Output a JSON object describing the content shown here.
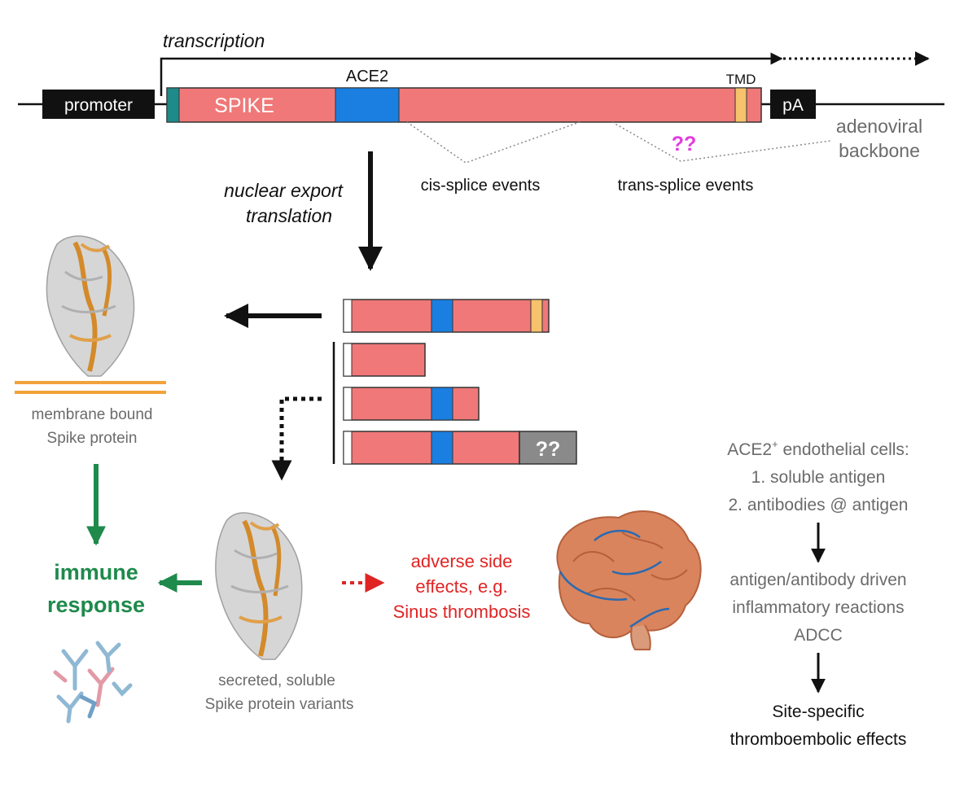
{
  "colors": {
    "spike": "#f07878",
    "ace2": "#1a7fe0",
    "tmd": "#f6c26b",
    "teal": "#1f8a8a",
    "black": "#111111",
    "grey_text": "#6b6b6b",
    "green": "#1e8a4c",
    "red": "#e02424",
    "magenta": "#e23ce2",
    "membrane": "#f2a23a",
    "qq_box": "#8a8a8a"
  },
  "gene": {
    "transcription": "transcription",
    "promoter": "promoter",
    "spike": "SPIKE",
    "ace2": "ACE2",
    "tmd": "TMD",
    "pa": "pA",
    "qq": "??",
    "backbone_line1": "adenoviral",
    "backbone_line2": "backbone",
    "cis_splice": "cis-splice events",
    "trans_splice": "trans-splice events"
  },
  "process": {
    "export_line1": "nuclear export",
    "export_line2": "translation"
  },
  "variants": {
    "qq": "??"
  },
  "membrane": {
    "line1": "membrane bound",
    "line2": "Spike protein"
  },
  "immune": {
    "line1": "immune",
    "line2": "response"
  },
  "secreted": {
    "line1": "secreted, soluble",
    "line2": "Spike protein variants"
  },
  "adverse": {
    "line1": "adverse side",
    "line2": "effects, e.g.",
    "line3": "Sinus thrombosis"
  },
  "endothelial": {
    "title_main": "ACE2",
    "title_sup": "+",
    "title_rest": " endothelial cells:",
    "item1": "1. soluble antigen",
    "item2": "2. antibodies @ antigen",
    "react_line1": "antigen/antibody driven",
    "react_line2": "inflammatory reactions",
    "react_line3": "ADCC",
    "result_line1": "Site-specific",
    "result_line2": "thromboembolic effects"
  },
  "icons": {
    "membrane_protein": "spike-trimer-membrane-icon",
    "soluble_protein": "spike-trimer-soluble-icon",
    "brain": "brain-icon",
    "antibodies": "antibodies-icon"
  }
}
